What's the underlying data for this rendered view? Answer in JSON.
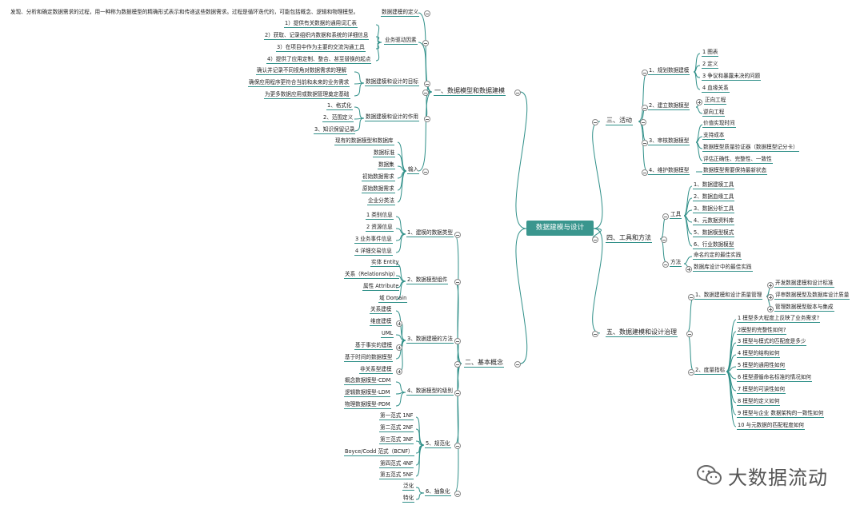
{
  "root": "数据建模与设计",
  "left": {
    "b1": {
      "label": "一、数据模型和数据建模",
      "definition": {
        "label": "数据建模的定义",
        "text": "发现、分析和确定数据需求的过程，用一种称为数据模型的精确形式表示和传递这些数据需求。过程是循环迭代的，可能包括概念、逻辑和物理模型。"
      },
      "drivers": {
        "label": "业务驱动因素",
        "items": [
          "1）提供有关数据的通用词汇表",
          "2）获取、记录组织内数据和系统的详细信息",
          "3）在项目中作为主要的交流沟通工具",
          "4）提供了应用定制、整合、甚至替换的起点"
        ]
      },
      "goals": {
        "label": "数据建模和设计的目标",
        "items": [
          "确认并记录不同视角对数据需求的理解",
          "确保应用程序更符合当前和未来的业务需求",
          "为更多数据应用或数据管理奠定基础"
        ]
      },
      "roles": {
        "label": "数据建模和设计的作用",
        "items": [
          "1、格式化",
          "2、范围定义",
          "3、知识保留记录"
        ]
      },
      "inputs": {
        "label": "输入",
        "items": [
          "现有的数据模型和数据库",
          "数据标准",
          "数据集",
          "初始数据需求",
          "原始数据需求",
          "企业分类法"
        ]
      }
    },
    "b2": {
      "label": "二、基本概念",
      "c1": {
        "label": "1、建模的数据类型",
        "items": [
          "1 类别信息",
          "2 资源信息",
          "3 业务事件信息",
          "4 详细交易信息"
        ]
      },
      "c2": {
        "label": "2、数据模型组件",
        "items": [
          "实体 Entity",
          "关系（Relationship）",
          "属性 Attribute",
          "域 Domain"
        ]
      },
      "c3": {
        "label": "3、数据建模的方法",
        "items": [
          "关系建模",
          "维度建模",
          "UML",
          "基于事实的建模",
          "基于时间的数据模型",
          "非关系型建模"
        ]
      },
      "c4": {
        "label": "4、数据模型的级别",
        "items": [
          "概念数据模型-CDM",
          "逻辑数据模型-LDM",
          "物理数据模型-PDM"
        ]
      },
      "c5": {
        "label": "5、规范化",
        "items": [
          "第一范式 1NF",
          "第二范式 2NF",
          "第三范式 3NF",
          "Boyce/Codd 范式（BCNF）",
          "第四范式 4NF",
          "第五范式 5NF"
        ]
      },
      "c6": {
        "label": "6、抽象化",
        "items": [
          "泛化",
          "特化"
        ]
      }
    }
  },
  "right": {
    "b3": {
      "label": "三、活动",
      "a1": {
        "label": "1、规划数据建模",
        "items": [
          "1 图表",
          "2 定义",
          "3 争议和暴露未决的问题",
          "4 血缘关系"
        ]
      },
      "a2": {
        "label": "2、建立数据模型",
        "items": [
          "正向工程",
          "逆向工程"
        ]
      },
      "a3": {
        "label": "3、审核数据模型",
        "items": [
          "价值实现时间",
          "支持成本",
          "数据模型质量验证器（数据模型记分卡）",
          "评估正确性、完整性、一致性"
        ]
      },
      "a4": {
        "label": "4、维护数据模型",
        "items": [
          "数据模型需要保持最新状态"
        ]
      }
    },
    "b4": {
      "label": "四、工具和方法",
      "tools": {
        "label": "工具",
        "items": [
          "1、数据建模工具",
          "2、数据血缘工具",
          "3、数据分析工具",
          "4、元数据资料库",
          "5、数据模型模式",
          "6、行业数据模型"
        ]
      },
      "methods": {
        "label": "方法",
        "items": [
          "命名约定的最佳实践",
          "数据库设计中的最佳实践"
        ]
      }
    },
    "b5": {
      "label": "五、数据建模和设计治理",
      "g1": {
        "label": "1、数据建模和设计质量管理",
        "items": [
          "开发数据建模和设计标准",
          "评审数据模型及数据库设计质量",
          "管理数据模型版本与集成"
        ]
      },
      "g2": {
        "label": "2、度量指标",
        "items": [
          "1 模型多大程度上反映了业务需求?",
          "2模型的完整性如何?",
          "3 模型与模式的匹配度是多少",
          "4 模型的结构如何",
          "5 模型的通用性如何",
          "6 模型遵循命名标准的情况如何",
          "7 模型的可读性如何",
          "8 模型的定义如何",
          "9 模型与企业 数据架构的一致性如何",
          "10 与元数据的匹配程度如何"
        ]
      }
    }
  },
  "watermark": "大数据流动",
  "colors": {
    "root": "#3a968e",
    "line": "#2f8f88"
  }
}
